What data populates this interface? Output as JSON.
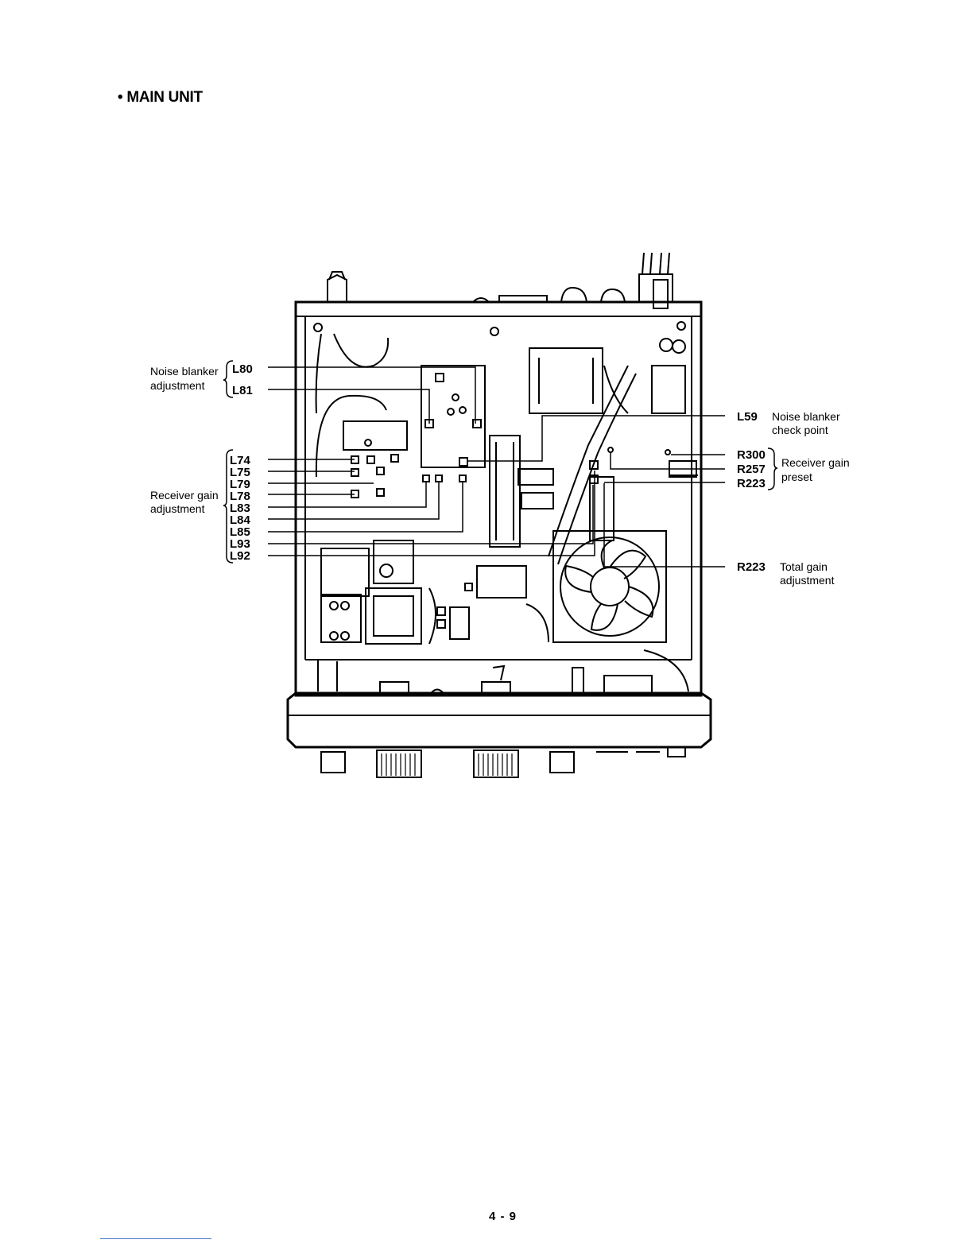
{
  "section_heading": "• MAIN UNIT",
  "page_number": "4 - 9",
  "left_groups": {
    "noise_blanker": {
      "desc_line1": "Noise blanker",
      "desc_line2": "adjustment",
      "refs": [
        "L80",
        "L81"
      ]
    },
    "receiver_gain": {
      "desc_line1": "Receiver gain",
      "desc_line2": "adjustment",
      "refs": [
        "L74",
        "L75",
        "L79",
        "L78",
        "L83",
        "L84",
        "L85",
        "L93",
        "L92"
      ]
    }
  },
  "right_callouts": {
    "l59": {
      "ref": "L59",
      "desc_line1": "Noise blanker",
      "desc_line2": "check point"
    },
    "preset": {
      "refs": [
        "R300",
        "R257",
        "R223"
      ],
      "desc_line1": "Receiver gain",
      "desc_line2": "preset"
    },
    "total_gain": {
      "ref": "R223",
      "desc_line1": "Total gain",
      "desc_line2": "adjustment"
    }
  }
}
